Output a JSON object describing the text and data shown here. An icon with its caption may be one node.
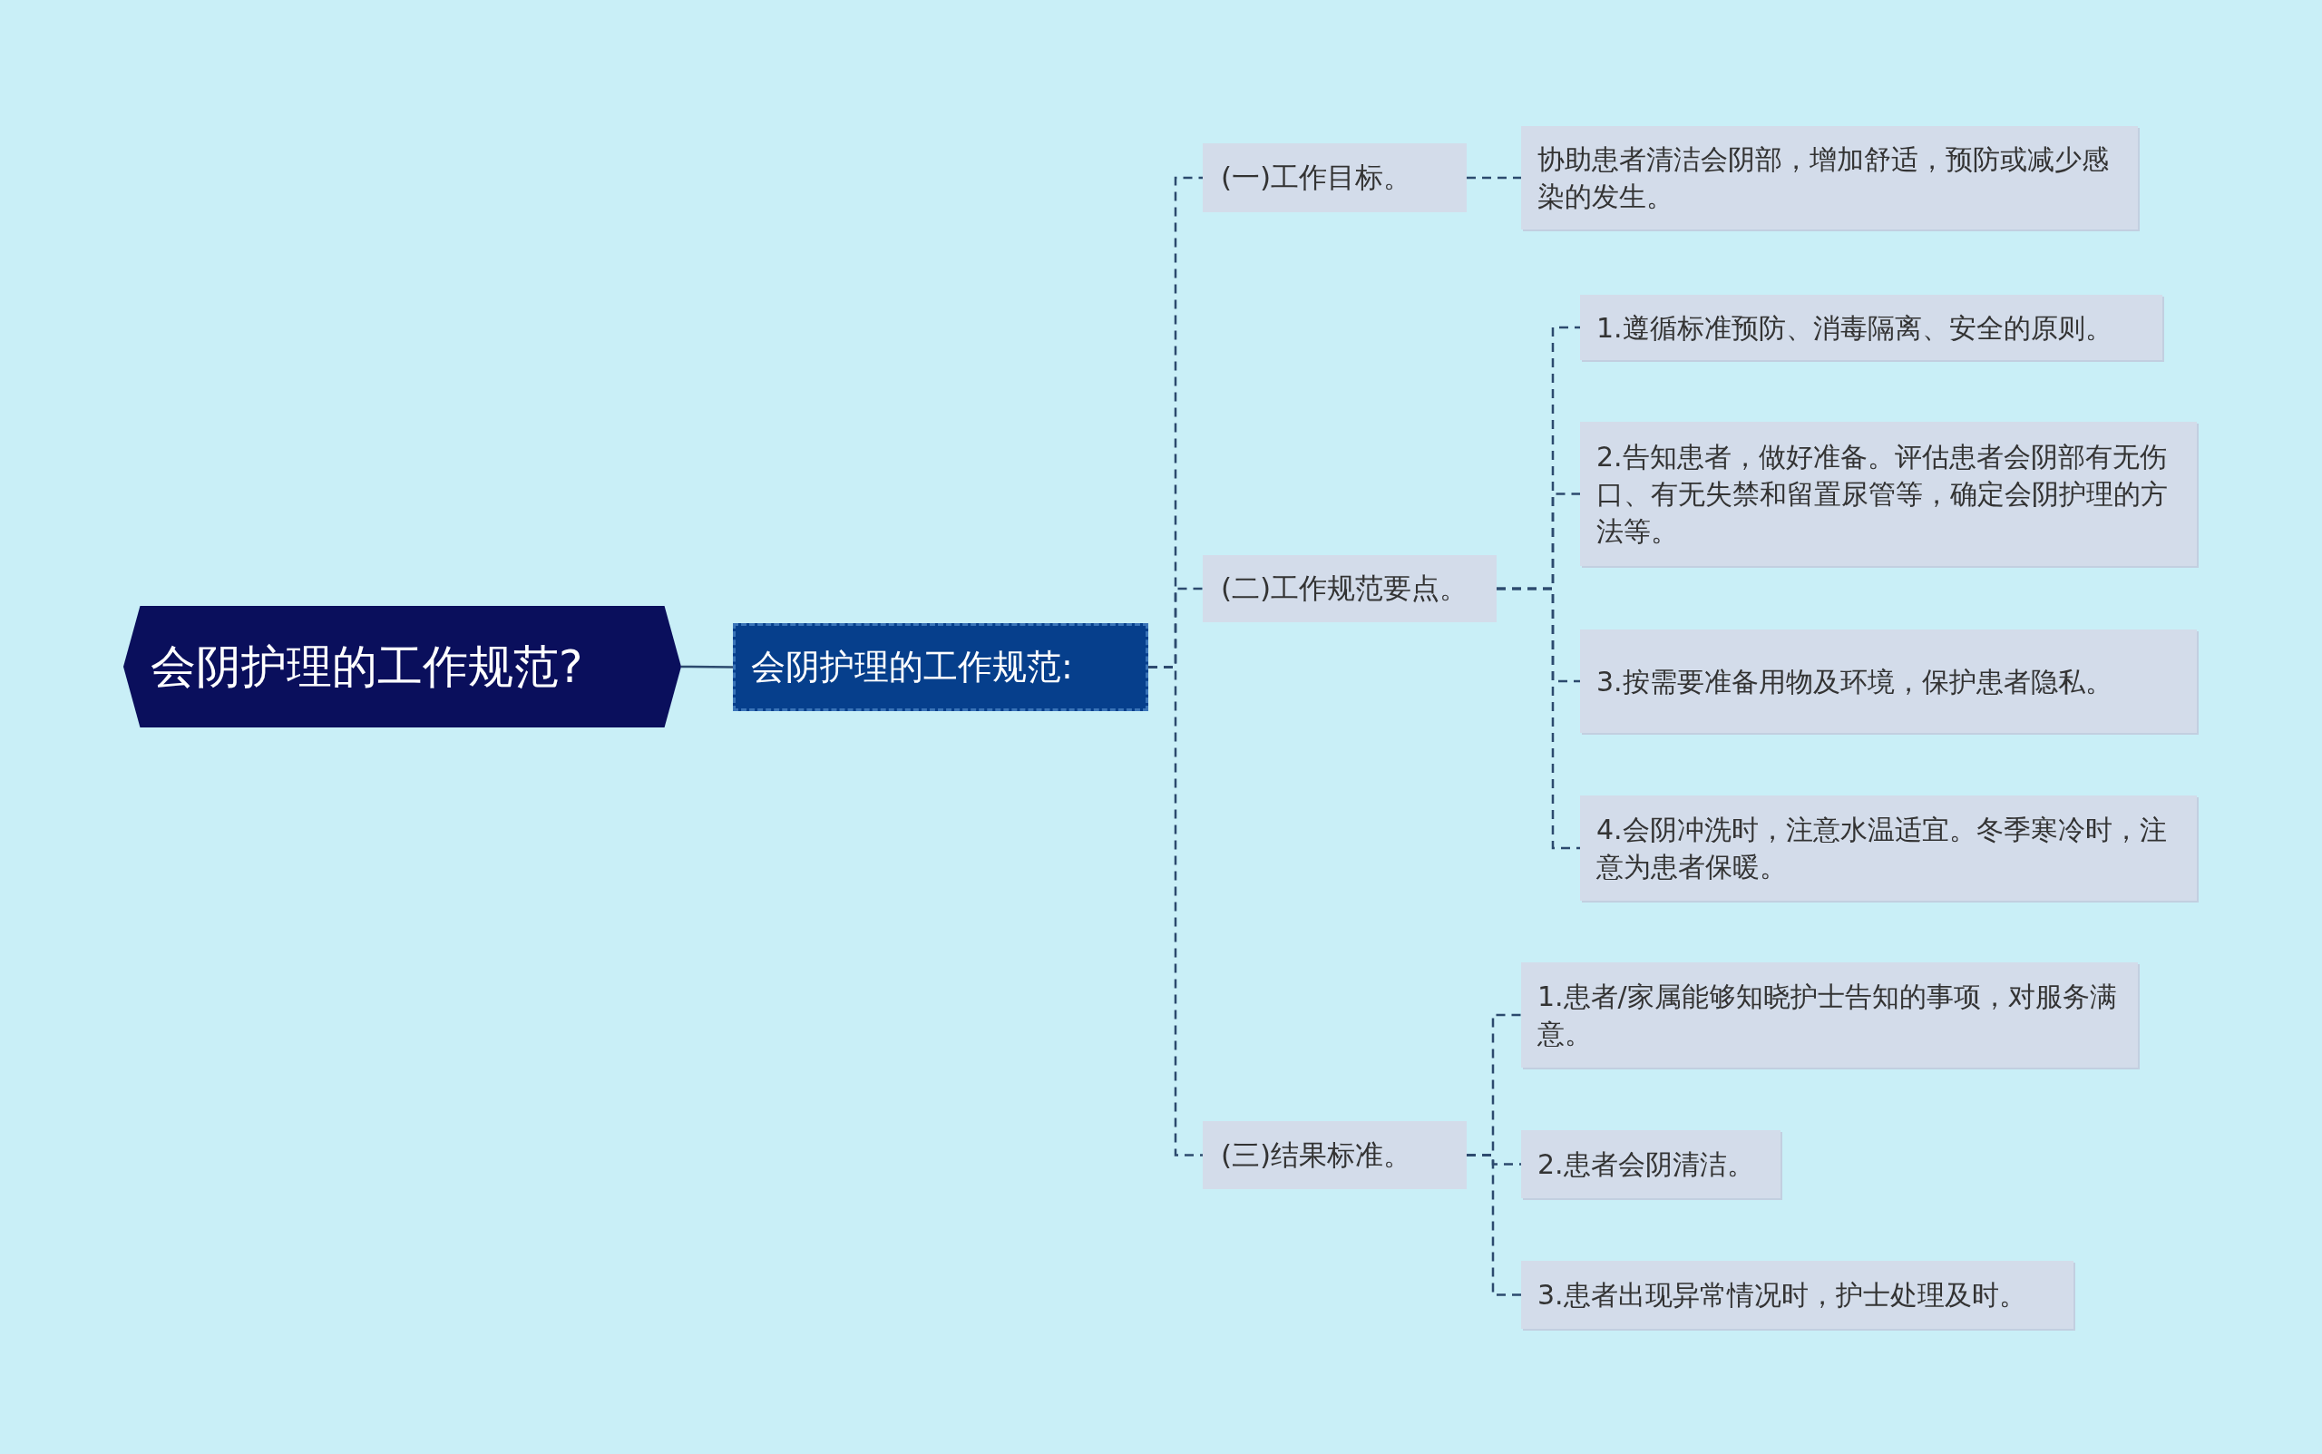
{
  "diagram": {
    "nodes": [
      {
        "text": [
          "会阴护理的工作规范?"
        ]
      },
      {
        "text": [
          "会阴护理的工作规范:"
        ]
      },
      {
        "text": [
          "(一)工作目标。"
        ]
      },
      {
        "text": [
          "协助患者清洁会阴部，增加舒适，预防或减少感染的发生。"
        ]
      },
      {
        "text": [
          "(二)工作规范要点。"
        ]
      },
      {
        "text": [
          "1.遵循标准预防、消毒隔离、安全的原则。"
        ]
      },
      {
        "text": [
          "2.告知患者，做好准备。评估患者会阴部有无伤口、有无失禁和留置尿管等，确定会阴护理的方法等。"
        ]
      },
      {
        "text": [
          "3.按需要准备用物及环境，保护患者隐私。"
        ]
      },
      {
        "text": [
          "4.会阴冲洗时，注意水温适宜。冬季寒冷时，注意为患者保暖。"
        ]
      },
      {
        "text": [
          "(三)结果标准。"
        ]
      },
      {
        "text": [
          "1.患者/家属能够知晓护士告知的事项，对服务满意。"
        ]
      },
      {
        "text": [
          "2.患者会阴清洁。"
        ]
      },
      {
        "text": [
          "3.患者出现异常情况时，护士处理及时。"
        ]
      }
    ],
    "edges": [
      {
        "from": 0,
        "to": 1,
        "arrow": "none"
      },
      {
        "from": 1,
        "to": 2,
        "arrow": "none",
        "style": "dashed"
      },
      {
        "from": 1,
        "to": 4,
        "arrow": "none",
        "style": "dashed"
      },
      {
        "from": 1,
        "to": 9,
        "arrow": "none",
        "style": "dashed"
      },
      {
        "from": 2,
        "to": 3,
        "arrow": "none",
        "style": "dashed"
      },
      {
        "from": 4,
        "to": 5,
        "arrow": "none",
        "style": "dashed"
      },
      {
        "from": 4,
        "to": 6,
        "arrow": "none",
        "style": "dashed"
      },
      {
        "from": 4,
        "to": 7,
        "arrow": "none",
        "style": "dashed"
      },
      {
        "from": 4,
        "to": 8,
        "arrow": "none",
        "style": "dashed"
      },
      {
        "from": 9,
        "to": 10,
        "arrow": "none",
        "style": "dashed"
      },
      {
        "from": 9,
        "to": 11,
        "arrow": "none",
        "style": "dashed"
      },
      {
        "from": 9,
        "to": 12,
        "arrow": "none",
        "style": "dashed"
      }
    ]
  }
}
